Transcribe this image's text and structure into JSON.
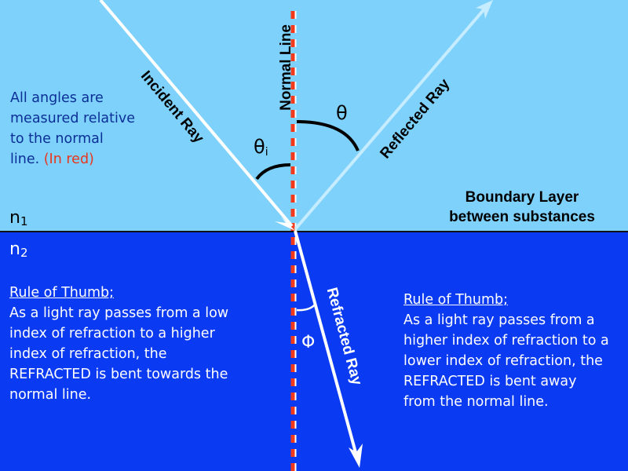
{
  "colors": {
    "upper_medium": "#7dd1fb",
    "lower_medium": "#0a3bf2",
    "normal_line": "#f2391c",
    "reflected_ray": "#c6ecff",
    "note_upper": "#0b2f96",
    "note_red": "#e8361c"
  },
  "labels": {
    "incident_ray": "Incident Ray",
    "normal_line": "Normal Line",
    "reflected_ray": "Reflected Ray",
    "refracted_ray": "Refracted Ray",
    "theta_i": "θ",
    "theta_i_sub": "i",
    "theta": "θ",
    "phi": "Φ",
    "n1": "n",
    "n1_sub": "1",
    "n2": "n",
    "n2_sub": "2",
    "boundary_line1": "Boundary Layer",
    "boundary_line2": "between substances"
  },
  "angle_note": {
    "text": "All angles are measured relative to the normal line.",
    "red": "(In red)"
  },
  "rule_left": {
    "title": "Rule of  Thumb;",
    "body": "As a light ray passes from a low index of refraction to a higher index of refraction, the REFRACTED is bent towards the normal line."
  },
  "rule_right": {
    "title": "Rule of  Thumb;",
    "body": "As a light ray passes from a higher index of refraction to a lower index of refraction, the REFRACTED is bent away from the normal line."
  }
}
